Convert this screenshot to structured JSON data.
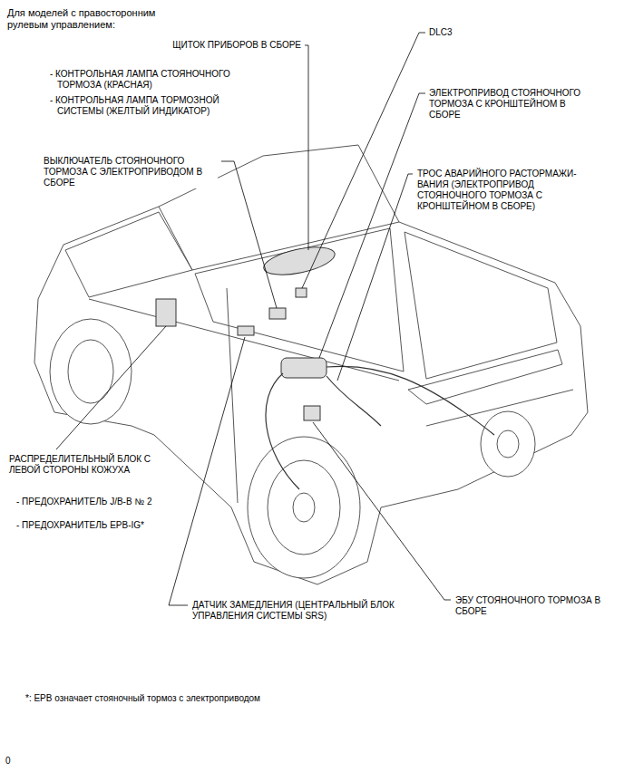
{
  "diagram": {
    "title": "Для моделей с правосторонним рулевым управлением:",
    "caption": "*: EPB означает стояночный тормоз с электроприводом",
    "labels": [
      "ЩИТОК ПРИБОРОВ В СБОРЕ",
      "- КОНТРОЛЬНАЯ ЛАМПА СТОЯНОЧНОГО ТОРМОЗА (КРАСНАЯ)",
      "- КОНТРОЛЬНАЯ ЛАМПА ТОРМОЗНОЙ СИСТЕМЫ (ЖЕЛТЫЙ ИНДИКАТОР)",
      "DLC3",
      "ЭЛЕКТРОПРИВОД СТОЯНОЧНОГО ТОРМОЗА С КРОНШТЕЙНОМ В СБОРЕ",
      "ВЫКЛЮЧАТЕЛЬ СТОЯНОЧНОГО ТОРМОЗА С ЭЛЕКТРОПРИВОДОМ В СБОРЕ",
      "ТРОС АВАРИЙНОГО РАСТОРМАЖИ- ВАНИЯ (ЭЛЕКТРОПРИВОД СТОЯНОЧНОГО ТОРМОЗА С КРОНШТЕЙНОМ В СБОРЕ)",
      "РАСПРЕДЕЛИТЕЛЬНЫЙ БЛОК С ЛЕВОЙ СТОРОНЫ КОЖУХА",
      "- ПРЕДОХРАНИТЕЛЬ J/B-B № 2",
      "- ПРЕДОХРАНИТЕЛЬ EPB-IG*",
      "ДАТЧИК ЗАМЕДЛЕНИЯ (ЦЕНТРАЛЬНЫЙ БЛОК УПРАВЛЕНИЯ СИСТЕМЫ SRS)",
      "ЭБУ СТОЯНОЧНОГО ТОРМОЗА В СБОРЕ",
      "0"
    ]
  }
}
